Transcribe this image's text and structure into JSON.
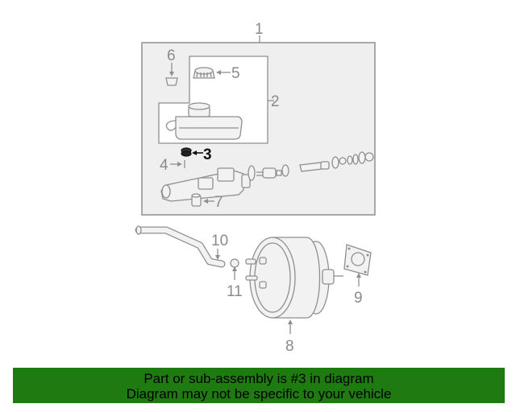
{
  "callouts": {
    "c1": "1",
    "c2": "2",
    "c3": "3",
    "c4": "4",
    "c5": "5",
    "c6": "6",
    "c7": "7",
    "c8": "8",
    "c9": "9",
    "c10": "10",
    "c11": "11"
  },
  "highlighted_callout": "3",
  "banner": {
    "line1": "Part or sub-assembly is #3 in diagram",
    "line2": "Diagram may not be specific to your vehicle",
    "background_color": "#1f7a11"
  }
}
